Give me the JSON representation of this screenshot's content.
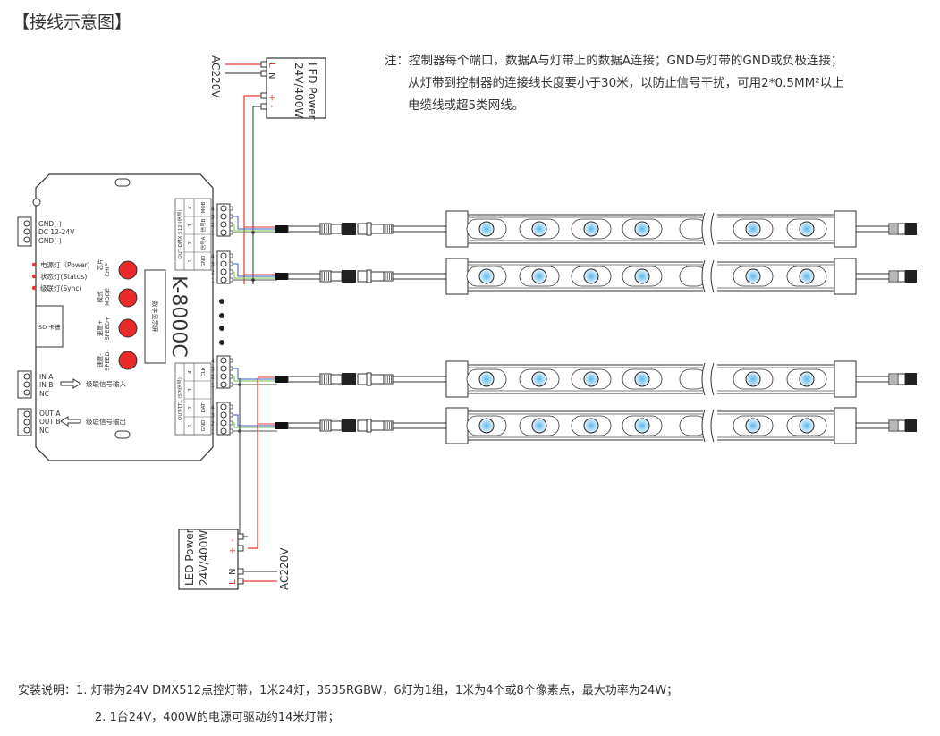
{
  "title": "【接线示意图】",
  "note": {
    "line1": "注：控制器每个端口，数据A与灯带上的数据A连接；GND与灯带的GND或负极连接；",
    "line2": "从灯带到控制器的连接线长度要小于30米，以防止信号干扰，可用2*0.5MM²以上",
    "line3": "电缆线或超5类网线。"
  },
  "power_supply_top": {
    "label1": "LED Power",
    "label2": "24V/400W",
    "ac": "AC220V",
    "pins": [
      "L",
      "N",
      "+",
      "-"
    ]
  },
  "power_supply_bottom": {
    "label1": "LED Power",
    "label2": "24V/400W",
    "ac": "AC220V",
    "pins": [
      "-",
      "+",
      "N",
      "L"
    ]
  },
  "controller": {
    "model": "K-8000C",
    "display": "数字显示屏",
    "power_terminal": [
      "GND(-)",
      "DC 12-24V",
      "GND(-)"
    ],
    "indicators": [
      "电源灯（Power)",
      "状态灯(Status)",
      "级联灯(Sync)"
    ],
    "sd_slot": "SD 卡槽",
    "buttons": [
      {
        "cn": "芯片",
        "en": "CHIP"
      },
      {
        "cn": "模式",
        "en": "MODE"
      },
      {
        "cn": "速度+",
        "en": "SPEED+"
      },
      {
        "cn": "速度-",
        "en": "SPEED-"
      }
    ],
    "in_terminal": [
      "IN A",
      "IN B",
      "NC"
    ],
    "out_terminal": [
      "OUT A",
      "OUT B",
      "NC"
    ],
    "cascade_in": "级联信号输入",
    "cascade_out": "级联信号输出",
    "dmx_table": {
      "header": "OUT-DMX 512 (信号)",
      "cols": [
        "1",
        "2",
        "3",
        "4"
      ],
      "vals": [
        "GND",
        "信号A",
        "信号B",
        "MOB"
      ]
    },
    "ttl_table": {
      "header": "OUT-TTL (SPI信号)",
      "cols": [
        "1",
        "2",
        "3",
        "4"
      ],
      "vals": [
        "GND",
        "DAT",
        "",
        "CLK"
      ]
    },
    "port_pins": [
      "4",
      "3",
      "2",
      "1"
    ]
  },
  "colors": {
    "red_wire": "#e53935",
    "gray_wire": "#555555",
    "blue_wire": "#3b5bbf",
    "green_wire": "#6cc04a",
    "button_red": "#e82a2a",
    "led_blue": "#7cc8f0"
  },
  "install": {
    "label": "安装说明：",
    "line1": "1. 灯带为24V DMX512点控灯带，1米24灯，3535RGBW，6灯为1组，1米为4个或8个像素点，最大功率为24W；",
    "line2": "2. 1台24V，400W的电源可驱动约14米灯带；"
  }
}
